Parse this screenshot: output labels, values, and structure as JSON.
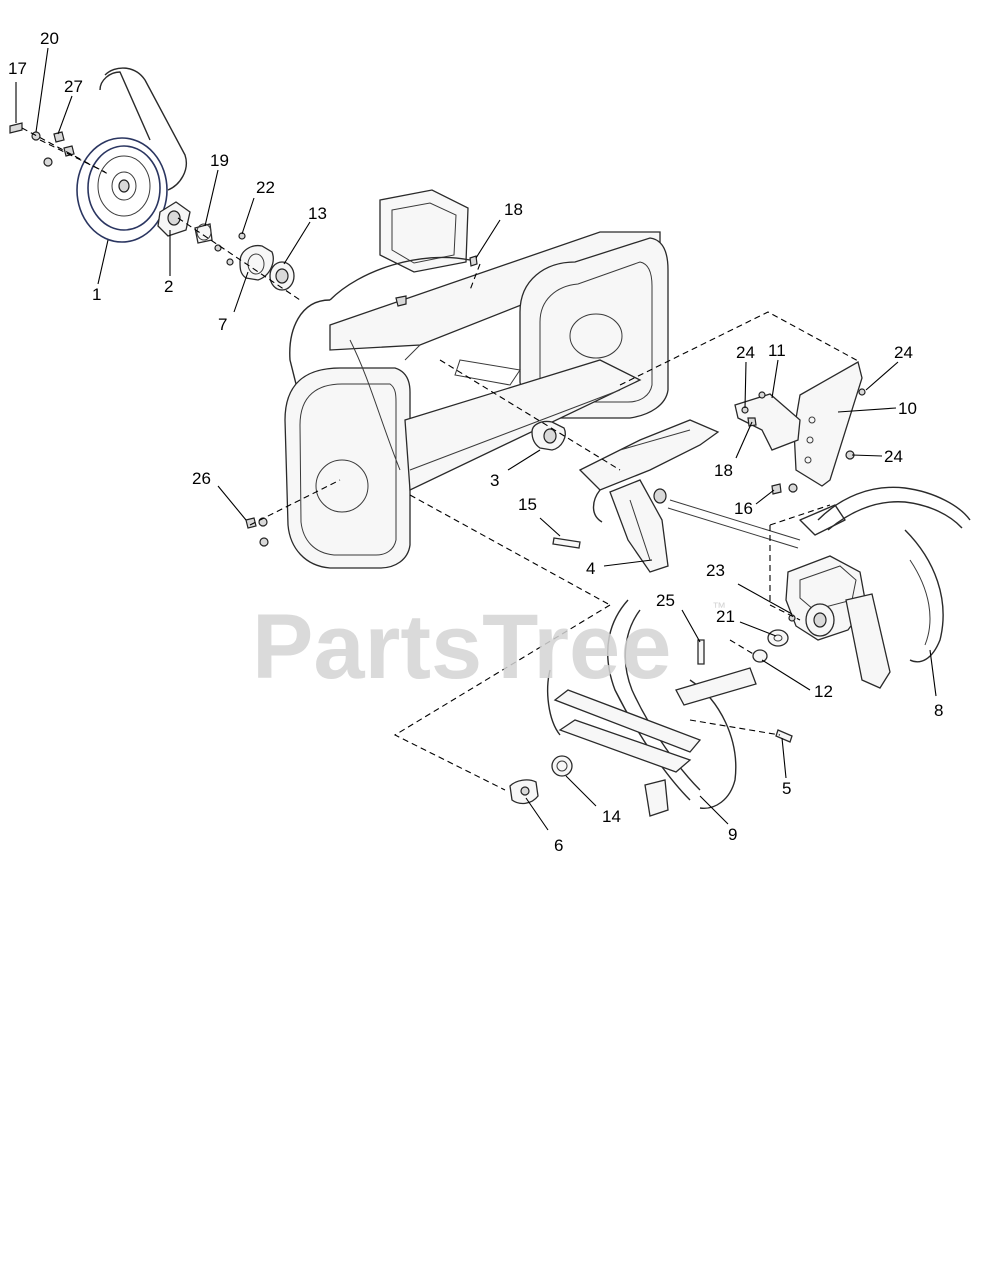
{
  "watermark": {
    "text": "PartsTree",
    "trademark": "™"
  },
  "callouts": [
    {
      "id": "17",
      "label": "17"
    },
    {
      "id": "20",
      "label": "20"
    },
    {
      "id": "27",
      "label": "27"
    },
    {
      "id": "1",
      "label": "1"
    },
    {
      "id": "2",
      "label": "2"
    },
    {
      "id": "19",
      "label": "19"
    },
    {
      "id": "22",
      "label": "22"
    },
    {
      "id": "13",
      "label": "13"
    },
    {
      "id": "7",
      "label": "7"
    },
    {
      "id": "18a",
      "label": "18"
    },
    {
      "id": "24a",
      "label": "24"
    },
    {
      "id": "11",
      "label": "11"
    },
    {
      "id": "24b",
      "label": "24"
    },
    {
      "id": "10",
      "label": "10"
    },
    {
      "id": "18b",
      "label": "18"
    },
    {
      "id": "24c",
      "label": "24"
    },
    {
      "id": "16",
      "label": "16"
    },
    {
      "id": "26",
      "label": "26"
    },
    {
      "id": "3",
      "label": "3"
    },
    {
      "id": "15",
      "label": "15"
    },
    {
      "id": "4",
      "label": "4"
    },
    {
      "id": "23",
      "label": "23"
    },
    {
      "id": "25",
      "label": "25"
    },
    {
      "id": "21",
      "label": "21"
    },
    {
      "id": "12",
      "label": "12"
    },
    {
      "id": "8",
      "label": "8"
    },
    {
      "id": "5",
      "label": "5"
    },
    {
      "id": "14",
      "label": "14"
    },
    {
      "id": "9",
      "label": "9"
    },
    {
      "id": "6",
      "label": "6"
    }
  ]
}
